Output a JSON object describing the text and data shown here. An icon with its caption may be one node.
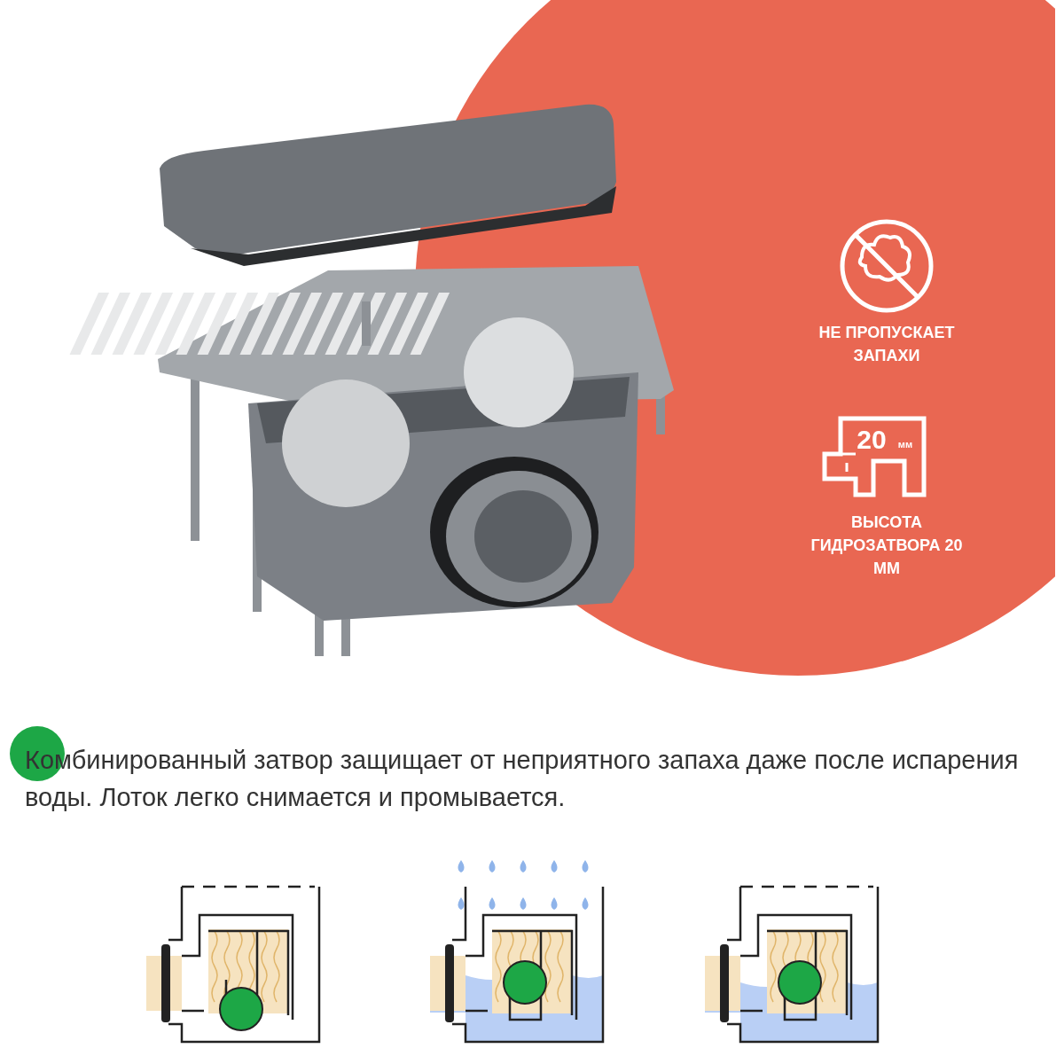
{
  "diagram": {
    "labels": [
      "НЕ ПРОПУСКАЕТ ЗАПАХИ",
      "20",
      "мм",
      "ВЫСОТА ГИДРОЗАТВОРА 20 ММ",
      "Комбинированный затвор защищает от неприятного запаха даже после испарения воды. Лоток легко снимается и промывается."
    ]
  }
}
